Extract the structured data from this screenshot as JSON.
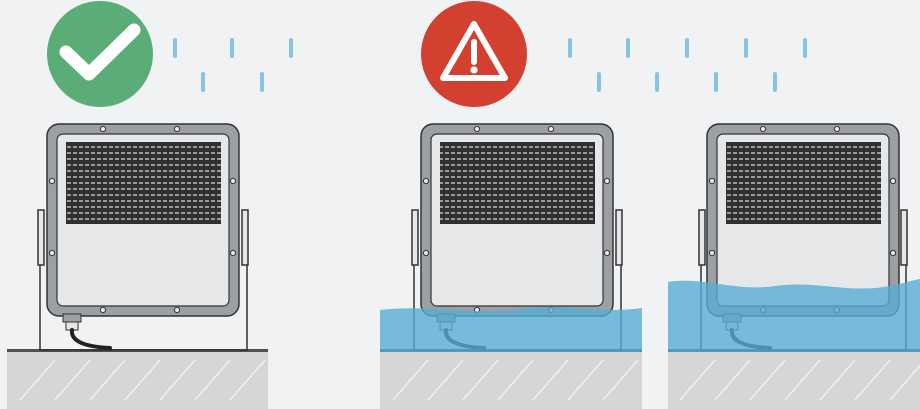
{
  "colors": {
    "background": "#f1f2f4",
    "ok_badge": "#5aad77",
    "warning_badge": "#d4402f",
    "rain": "#86c3e4",
    "water": "#58acd3",
    "ground": "#d6d6d6",
    "ground_edge": "#505050",
    "frame": "#333333",
    "housing_body": "#e6e7e9",
    "housing_rim": "#9c9fa3",
    "led_panel": "#2f2f2f",
    "led_dot": "#9a9a9a"
  },
  "scenes": [
    {
      "id": "rain-only",
      "badge_icon": "checkmark-icon",
      "status": "ok",
      "water": "none"
    },
    {
      "id": "partial-flood",
      "badge_icon": "warning-triangle-icon",
      "status": "warning",
      "water": "partial"
    },
    {
      "id": "full-flood",
      "badge_icon": null,
      "status": "warning",
      "water": "full"
    }
  ]
}
